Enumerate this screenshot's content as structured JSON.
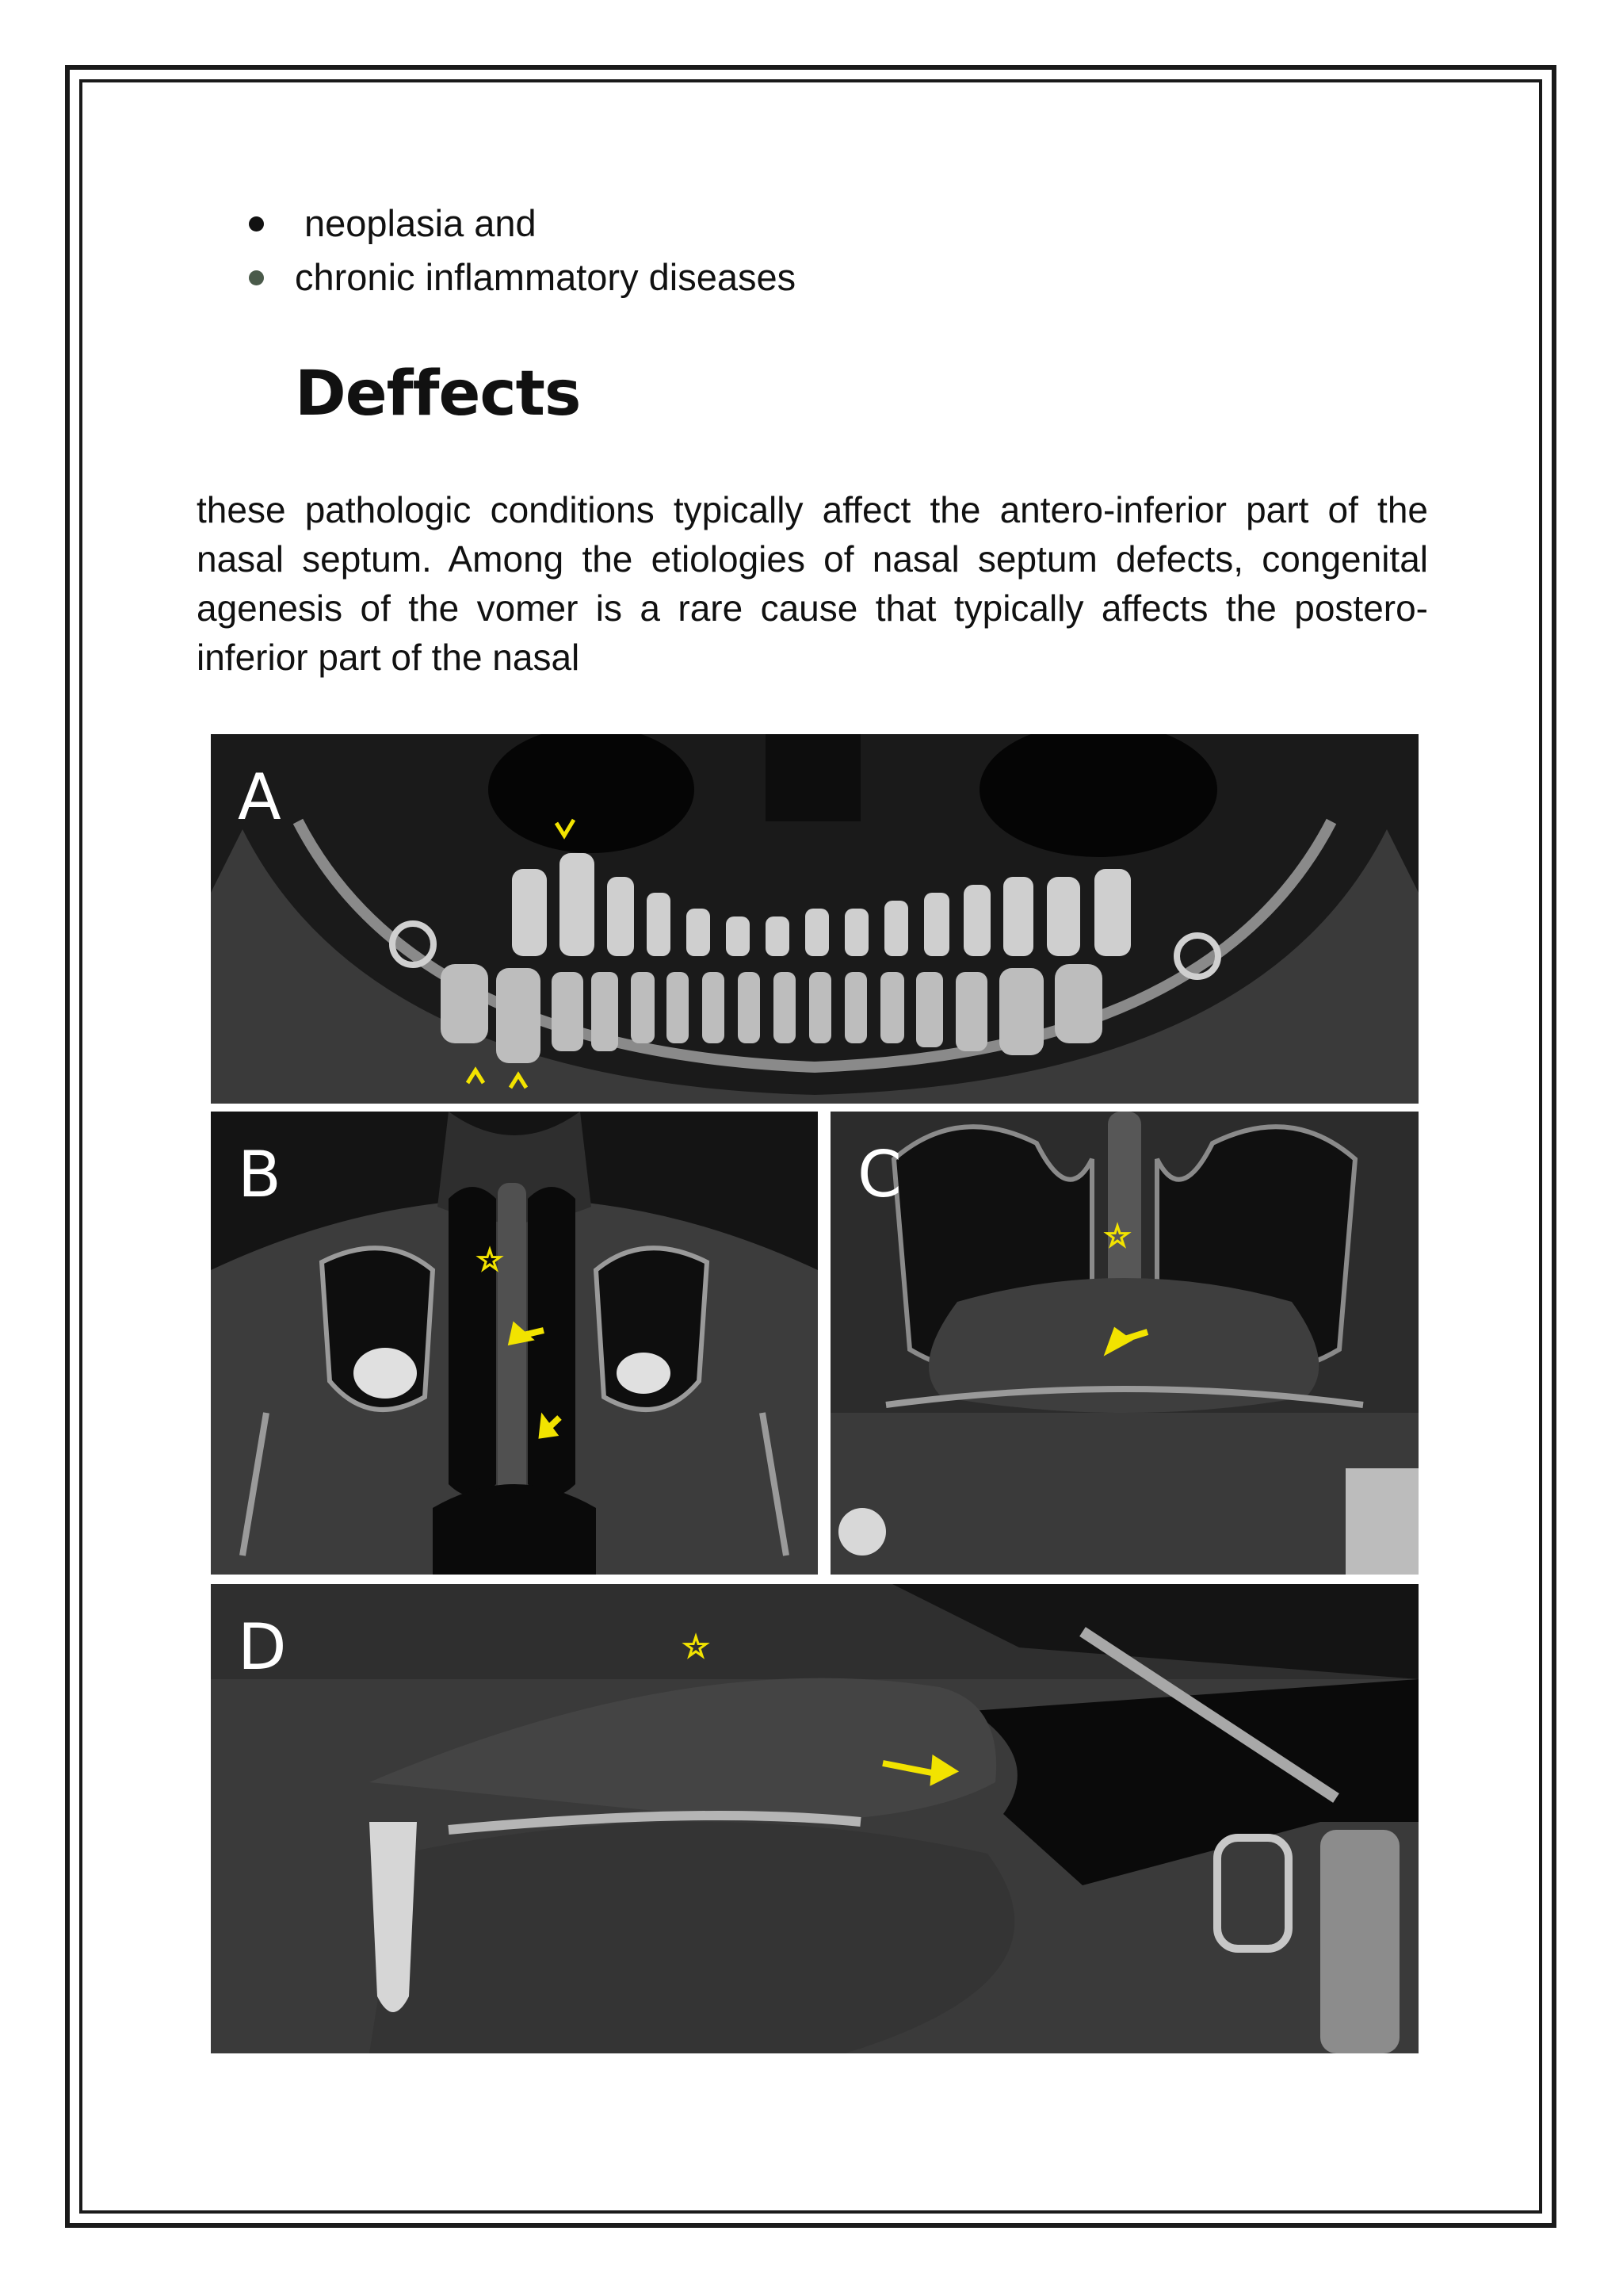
{
  "bullets": [
    {
      "text": "neoplasia and"
    },
    {
      "text": "chronic inflammatory diseases"
    }
  ],
  "heading": "Deffects",
  "paragraph": "these pathologic conditions typically affect the antero-inferior part of the nasal septum. Among the etiologies of nasal septum defects, congenital agenesis of the vomer is a rare cause that typically affects the postero-inferior part of the nasal",
  "figure": {
    "panels": [
      {
        "label": "A"
      },
      {
        "label": "B"
      },
      {
        "label": "C"
      },
      {
        "label": "D"
      }
    ],
    "marker_color": "#f2e300"
  }
}
